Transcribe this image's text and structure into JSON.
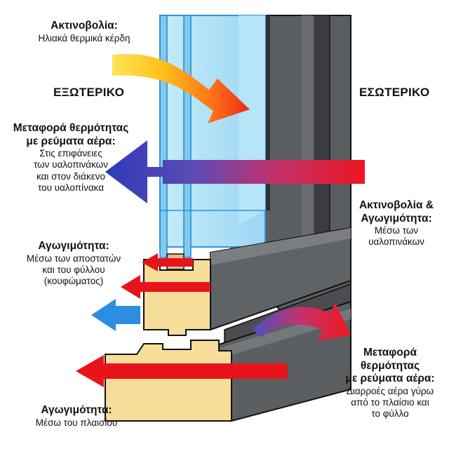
{
  "sides": {
    "exterior": "ΕΞΩΤΕΡΙΚΟ",
    "interior": "ΕΣΩΤΕΡΙΚΟ"
  },
  "labels": {
    "radiation": {
      "title": "Ακτινοβολία:",
      "lines": [
        "Ηλιακά θερμικά κέρδη"
      ]
    },
    "convection_glass": {
      "title_lines": [
        "Μεταφορά θερμότητας",
        "με ρεύματα αέρα:"
      ],
      "lines": [
        "Στις επιφάνειες",
        "των υαλοπινάκων",
        "και στον διάκενο",
        "του υαλοπίνακα"
      ]
    },
    "radiation_conduction": {
      "title_lines": [
        "Ακτινοβολία &",
        "Αγωγιμότητα:"
      ],
      "lines": [
        "Μέσω των",
        "υαλοπινάκων"
      ]
    },
    "conduction_sash": {
      "title": "Αγωγιμότητα:",
      "lines": [
        "Μέσω των αποστατών",
        "και του φύλλου",
        "(κουφώματος)"
      ]
    },
    "convection_leak": {
      "title_lines": [
        "Μεταφορά θερμότητας",
        "με ρεύματα αέρα:"
      ],
      "lines": [
        "Διαρροές αέρα γύρω",
        "από το πλαίσιο και",
        "το φύλλο"
      ]
    },
    "conduction_frame": {
      "title": "Αγωγιμότητα:",
      "lines": [
        "Μέσω του πλαισίου"
      ]
    }
  },
  "colors": {
    "frame_gray": "#5a5d60",
    "frame_dark": "#3c3e41",
    "wood": "#f7dd9a",
    "glass": "#a8ddf6",
    "glass_edge": "#2f95d6",
    "arrow_red": "#e8141c",
    "arrow_blue": "#3a45c0",
    "arrow_light_blue": "#2b8ee0",
    "sun_yellow": "#ffd21f"
  }
}
